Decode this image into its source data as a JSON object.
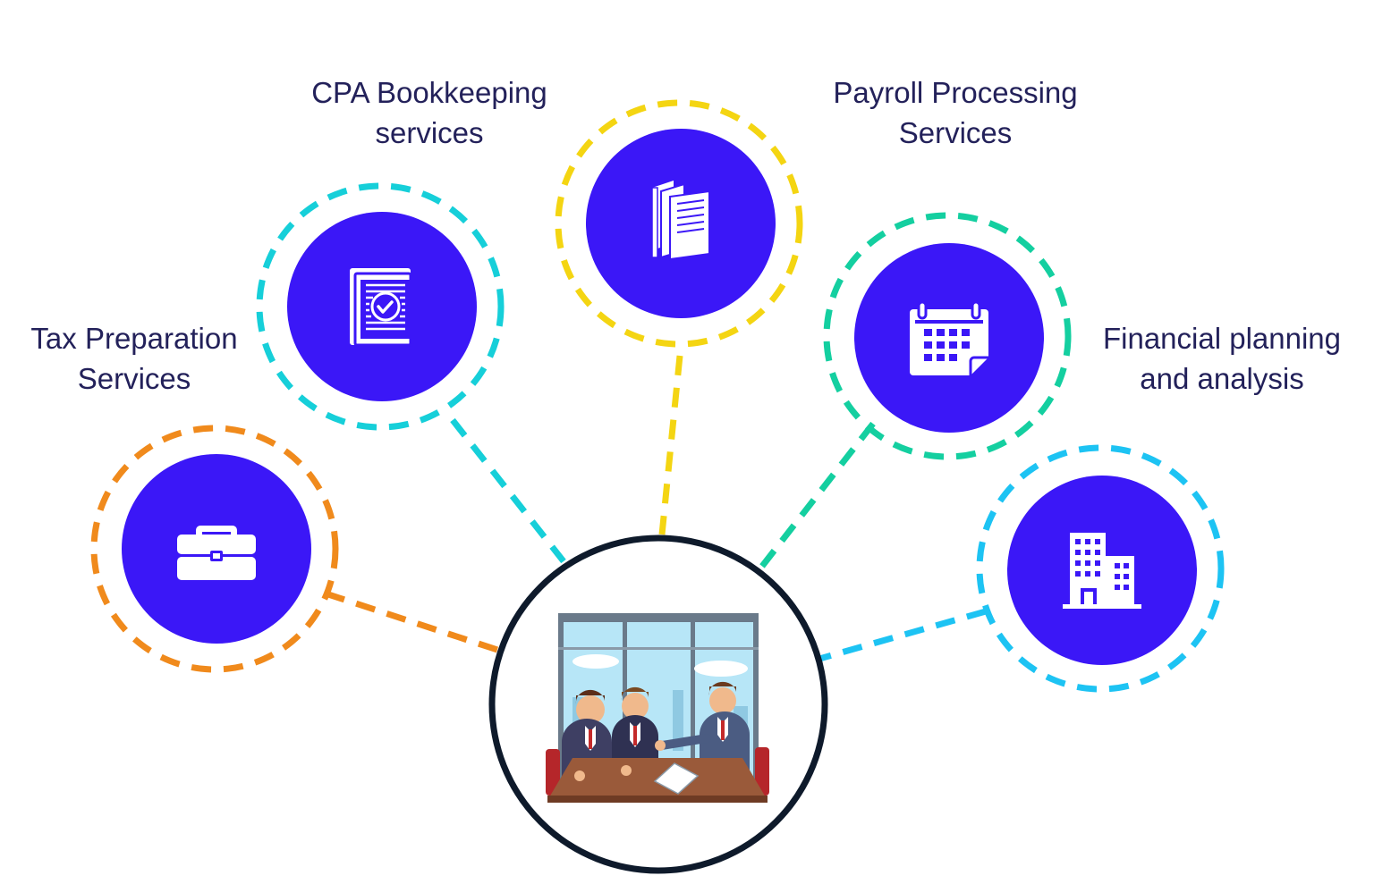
{
  "services": [
    {
      "id": "tax",
      "lines": [
        "Tax Preparation",
        "Services"
      ],
      "icon": "briefcase-icon",
      "ring_color": "#F08A1C"
    },
    {
      "id": "bookkeeping",
      "lines": [
        "CPA Bookkeeping",
        "services"
      ],
      "icon": "document-check-icon",
      "ring_color": "#16CFD9"
    },
    {
      "id": "payroll",
      "lines": [
        "Payroll Processing",
        "Services"
      ],
      "icon": "books-icon",
      "ring_color": "#F4D512"
    },
    {
      "id": "planning",
      "lines": [
        "Financial planning",
        "and analysis"
      ],
      "icon": "calendar-icon",
      "ring_color": "#14CFA0"
    },
    {
      "id": "corporate",
      "lines": [],
      "icon": "building-icon",
      "ring_color": "#1DC3F3"
    }
  ],
  "hub": {
    "icon": "business-meeting-illustration",
    "ring_color": "#0E1A2B"
  },
  "colors": {
    "node_fill": "#3B17F7",
    "label_text": "#23215A"
  }
}
